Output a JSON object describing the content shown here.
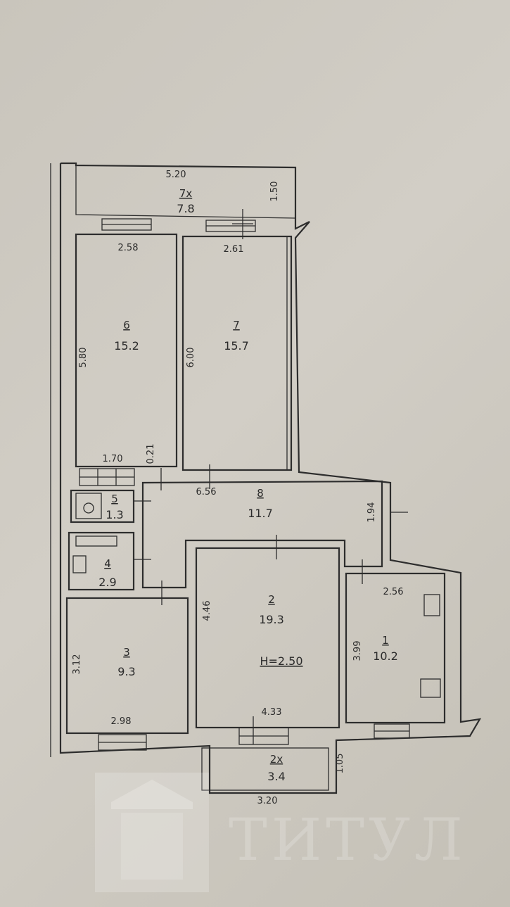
{
  "rooms": [
    {
      "number": "7х",
      "area": "7.8"
    },
    {
      "number": "6",
      "area": "15.2"
    },
    {
      "number": "7",
      "area": "15.7"
    },
    {
      "number": "5",
      "area": "1.3"
    },
    {
      "number": "8",
      "area": "11.7"
    },
    {
      "number": "4",
      "area": "2.9"
    },
    {
      "number": "2",
      "area": "19.3"
    },
    {
      "number": "3",
      "area": "9.3"
    },
    {
      "number": "1",
      "area": "10.2"
    },
    {
      "number": "2х",
      "area": "3.4"
    }
  ],
  "dimensions": {
    "balcony_top_width": "5.20",
    "balcony_top_depth": "1.50",
    "room6_width": "2.58",
    "room7_width": "2.61",
    "room6_length": "5.80",
    "room7_length": "6.00",
    "corridor_width": "1.70",
    "wall_thickness": "0.21",
    "hall_width": "6.56",
    "hall_depth": "1.94",
    "kitchen_width": "2.56",
    "kitchen_length": "3.99",
    "living_length": "4.46",
    "living_width": "4.33",
    "room3_length": "3.12",
    "room3_width": "2.98",
    "balcony_bottom_depth": "1.05",
    "balcony_bottom_width": "3.20"
  },
  "ceiling_height": "Н=2.50",
  "watermark": "ТИТУЛ"
}
